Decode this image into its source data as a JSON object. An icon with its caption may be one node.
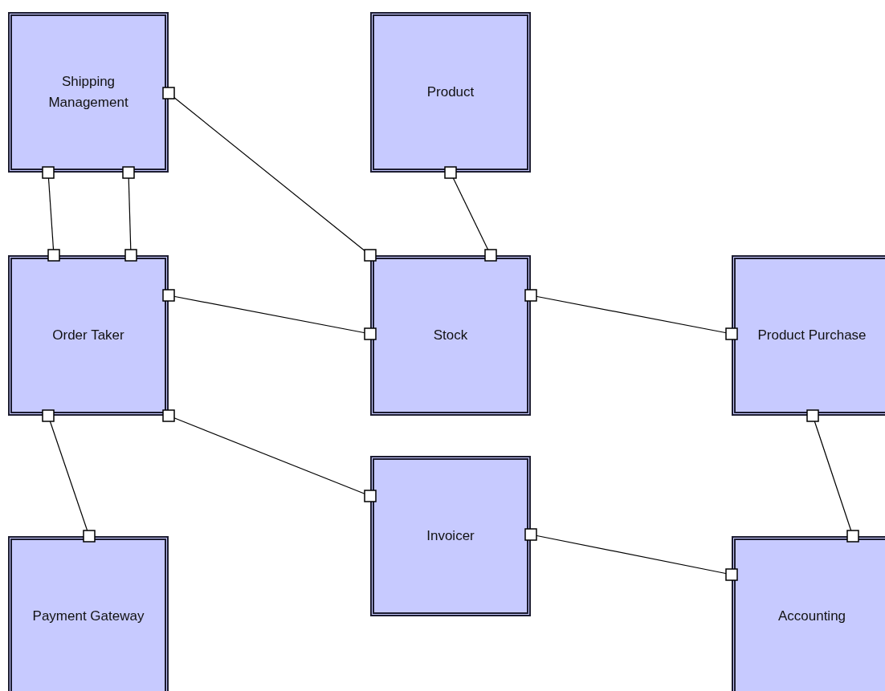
{
  "diagram": {
    "nodes": [
      {
        "text": [
          "Shipping Management"
        ]
      },
      {
        "text": [
          "Product"
        ]
      },
      {
        "text": [
          "Order Taker"
        ]
      },
      {
        "text": [
          "Stock"
        ]
      },
      {
        "text": [
          "Product Purchase"
        ]
      },
      {
        "text": [
          "Invoicer"
        ]
      },
      {
        "text": [
          "Payment Gateway"
        ]
      },
      {
        "text": [
          "Accounting"
        ]
      }
    ],
    "edges": [
      {
        "from": 0,
        "to": 2,
        "arrow": "other"
      },
      {
        "from": 0,
        "to": 2,
        "arrow": "other"
      },
      {
        "from": 0,
        "to": 3,
        "arrow": "other"
      },
      {
        "from": 1,
        "to": 3,
        "arrow": "other"
      },
      {
        "from": 2,
        "to": 3,
        "arrow": "other"
      },
      {
        "from": 3,
        "to": 4,
        "arrow": "other"
      },
      {
        "from": 2,
        "to": 6,
        "arrow": "other"
      },
      {
        "from": 2,
        "to": 5,
        "arrow": "other"
      },
      {
        "from": 4,
        "to": 7,
        "arrow": "other"
      },
      {
        "from": 5,
        "to": 7,
        "arrow": "other"
      }
    ]
  }
}
